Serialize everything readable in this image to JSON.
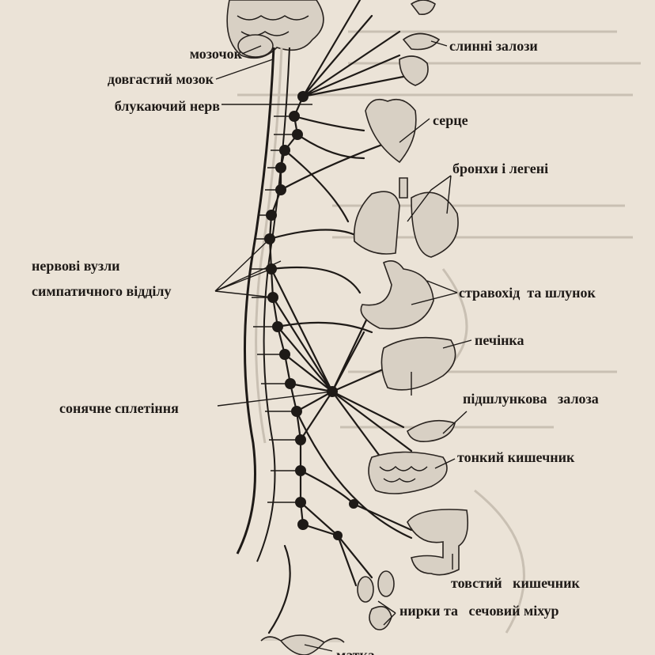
{
  "figure": {
    "title": "Симпатичний відділ вегетативної нервової системи",
    "labels": {
      "cerebellum": "мозочок",
      "medulla": "довгастий мозок",
      "vagus": "блукаючий нерв",
      "salivary": "слинні залози",
      "heart": "серце",
      "lungs": "бронхи і легені",
      "ganglia_line1": "нервові вузли",
      "ganglia_line2": "симпатичного відділу",
      "stomach": "стравохід  та шлунок",
      "liver": "печінка",
      "solar": "сонячне сплетіння",
      "pancreas": "підшлункова   залоза",
      "small_intestine": "тонкий кишечник",
      "large_intestine": "товстий   кишечник",
      "kidneys": "нирки та   сечовий міхур",
      "uterus": "матка"
    }
  },
  "colors": {
    "paper": "#ebe3d7",
    "ink": "#1e1a17",
    "organ_fill": "#d8d0c4"
  }
}
